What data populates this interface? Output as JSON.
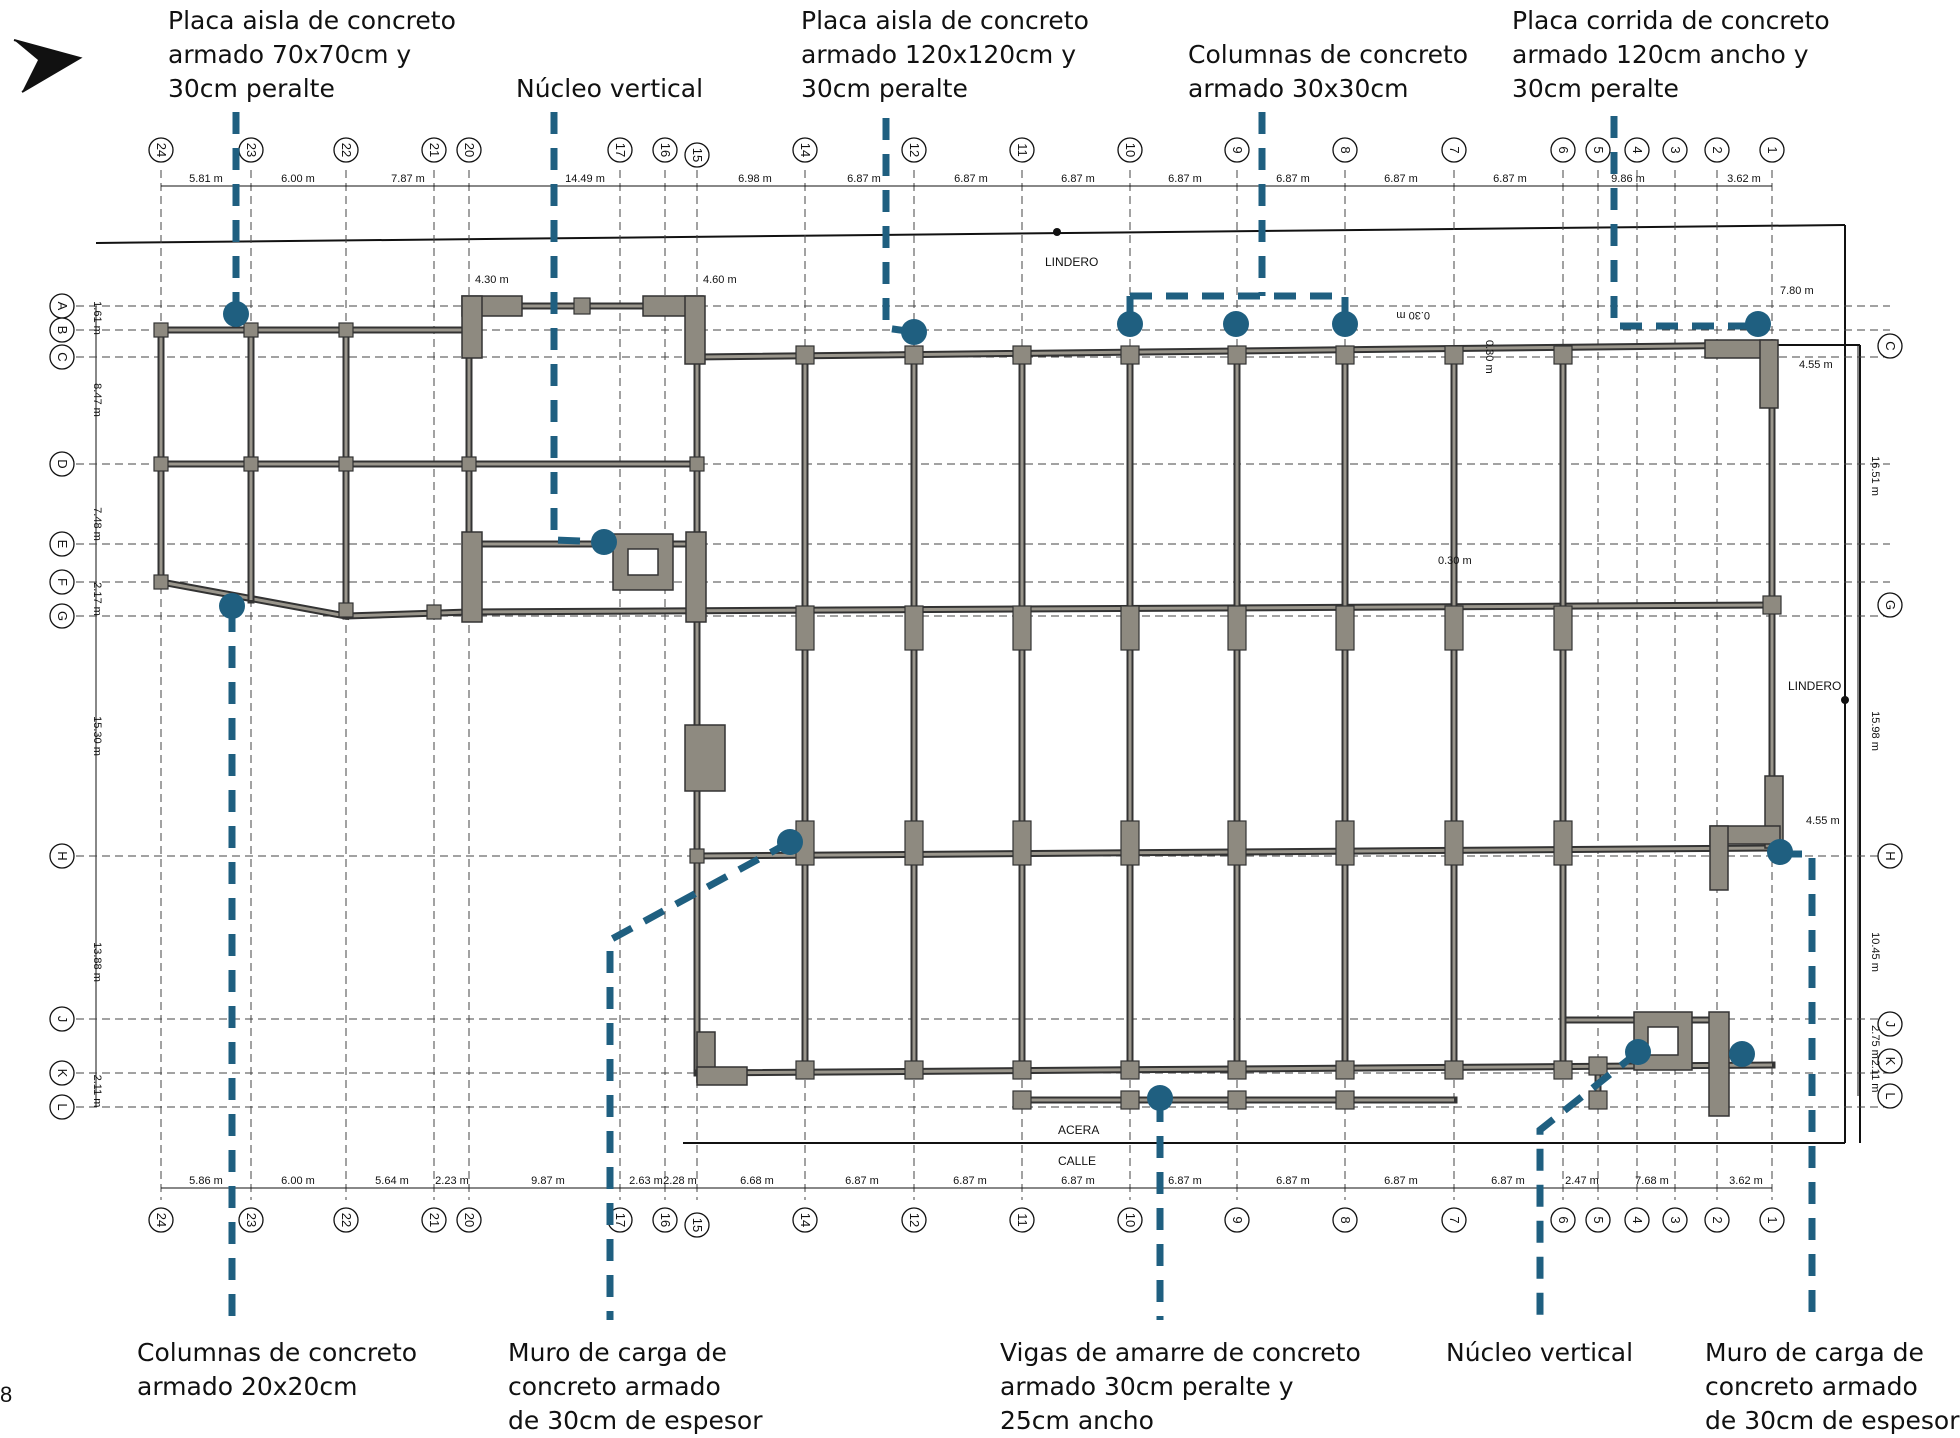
{
  "annotations_top": [
    {
      "lines": [
        "Placa aisla de concreto",
        "armado 70x70cm y",
        "30cm peralte"
      ]
    },
    {
      "lines": [
        "Núcleo vertical"
      ]
    },
    {
      "lines": [
        "Placa aisla de concreto",
        "armado 120x120cm y",
        "30cm peralte"
      ]
    },
    {
      "lines": [
        "Columnas de concreto",
        "armado 30x30cm"
      ]
    },
    {
      "lines": [
        "Placa corrida de concreto",
        "armado 120cm ancho y",
        "30cm peralte"
      ]
    }
  ],
  "annotations_bottom": [
    {
      "lines": [
        "Columnas de concreto",
        "armado 20x20cm"
      ]
    },
    {
      "lines": [
        "Muro de carga de",
        "concreto armado",
        "de 30cm de espesor"
      ]
    },
    {
      "lines": [
        "Vigas de amarre de concreto",
        "armado 30cm peralte y",
        "25cm ancho"
      ]
    },
    {
      "lines": [
        "Núcleo vertical"
      ]
    },
    {
      "lines": [
        "Muro de carga de",
        "concreto armado",
        "de 30cm de espesor"
      ]
    }
  ],
  "page_number": "8",
  "grid_columns_top": [
    "24",
    "23",
    "22",
    "21",
    "20",
    "17",
    "16",
    "15",
    "14",
    "12",
    "11",
    "10",
    "9",
    "8",
    "7",
    "6",
    "5",
    "4",
    "3",
    "2",
    "1"
  ],
  "grid_columns_bottom": [
    "24",
    "23",
    "22",
    "21",
    "20",
    "17",
    "16",
    "15",
    "14",
    "12",
    "11",
    "10",
    "9",
    "8",
    "7",
    "6",
    "5",
    "4",
    "3",
    "2",
    "1"
  ],
  "grid_rows_left": [
    "A",
    "B",
    "C",
    "D",
    "E",
    "F",
    "G",
    "H",
    "J",
    "K",
    "L"
  ],
  "grid_rows_right": [
    "C",
    "G",
    "H",
    "J",
    "K",
    "L"
  ],
  "dims_top": [
    "5.81 m",
    "6.00 m",
    "7.87 m",
    "14.49 m",
    "6.98 m",
    "6.87 m",
    "6.87 m",
    "6.87 m",
    "6.87 m",
    "6.87 m",
    "6.87 m",
    "6.87 m",
    "9.86 m",
    "3.62 m"
  ],
  "dims_bottom": [
    "5.86 m",
    "6.00 m",
    "5.64 m",
    "2.23 m",
    "9.87 m",
    "2.63 m",
    "2.28 m",
    "6.68 m",
    "6.87 m",
    "6.87 m",
    "6.87 m",
    "6.87 m",
    "6.87 m",
    "6.87 m",
    "6.87 m",
    "2.47 m",
    "7.68 m",
    "3.62 m"
  ],
  "dims_left": [
    "1.61 m",
    "8.47 m",
    "7.48 m",
    "2.17 m",
    "15.30 m",
    "13.88 m",
    "2.11 m"
  ],
  "dims_right": [
    "16.51 m",
    "15.98 m",
    "10.45 m",
    "2.75 m",
    "2.11 m"
  ],
  "misc_labels": {
    "lindero_top": "LINDERO",
    "lindero_right": "LINDERO",
    "acera": "ACERA",
    "calle": "CALLE",
    "d_430": "4.30 m",
    "d_460": "4.60 m",
    "d_780": "7.80 m",
    "d_455a": "4.55 m",
    "d_455b": "4.55 m",
    "d_030a": "0.30 m",
    "d_030b": "0.30 m",
    "d_030c": "0.30 m"
  },
  "colors": {
    "accent": "#1f5f80",
    "structure": "#8e8a80",
    "line": "#333333"
  }
}
